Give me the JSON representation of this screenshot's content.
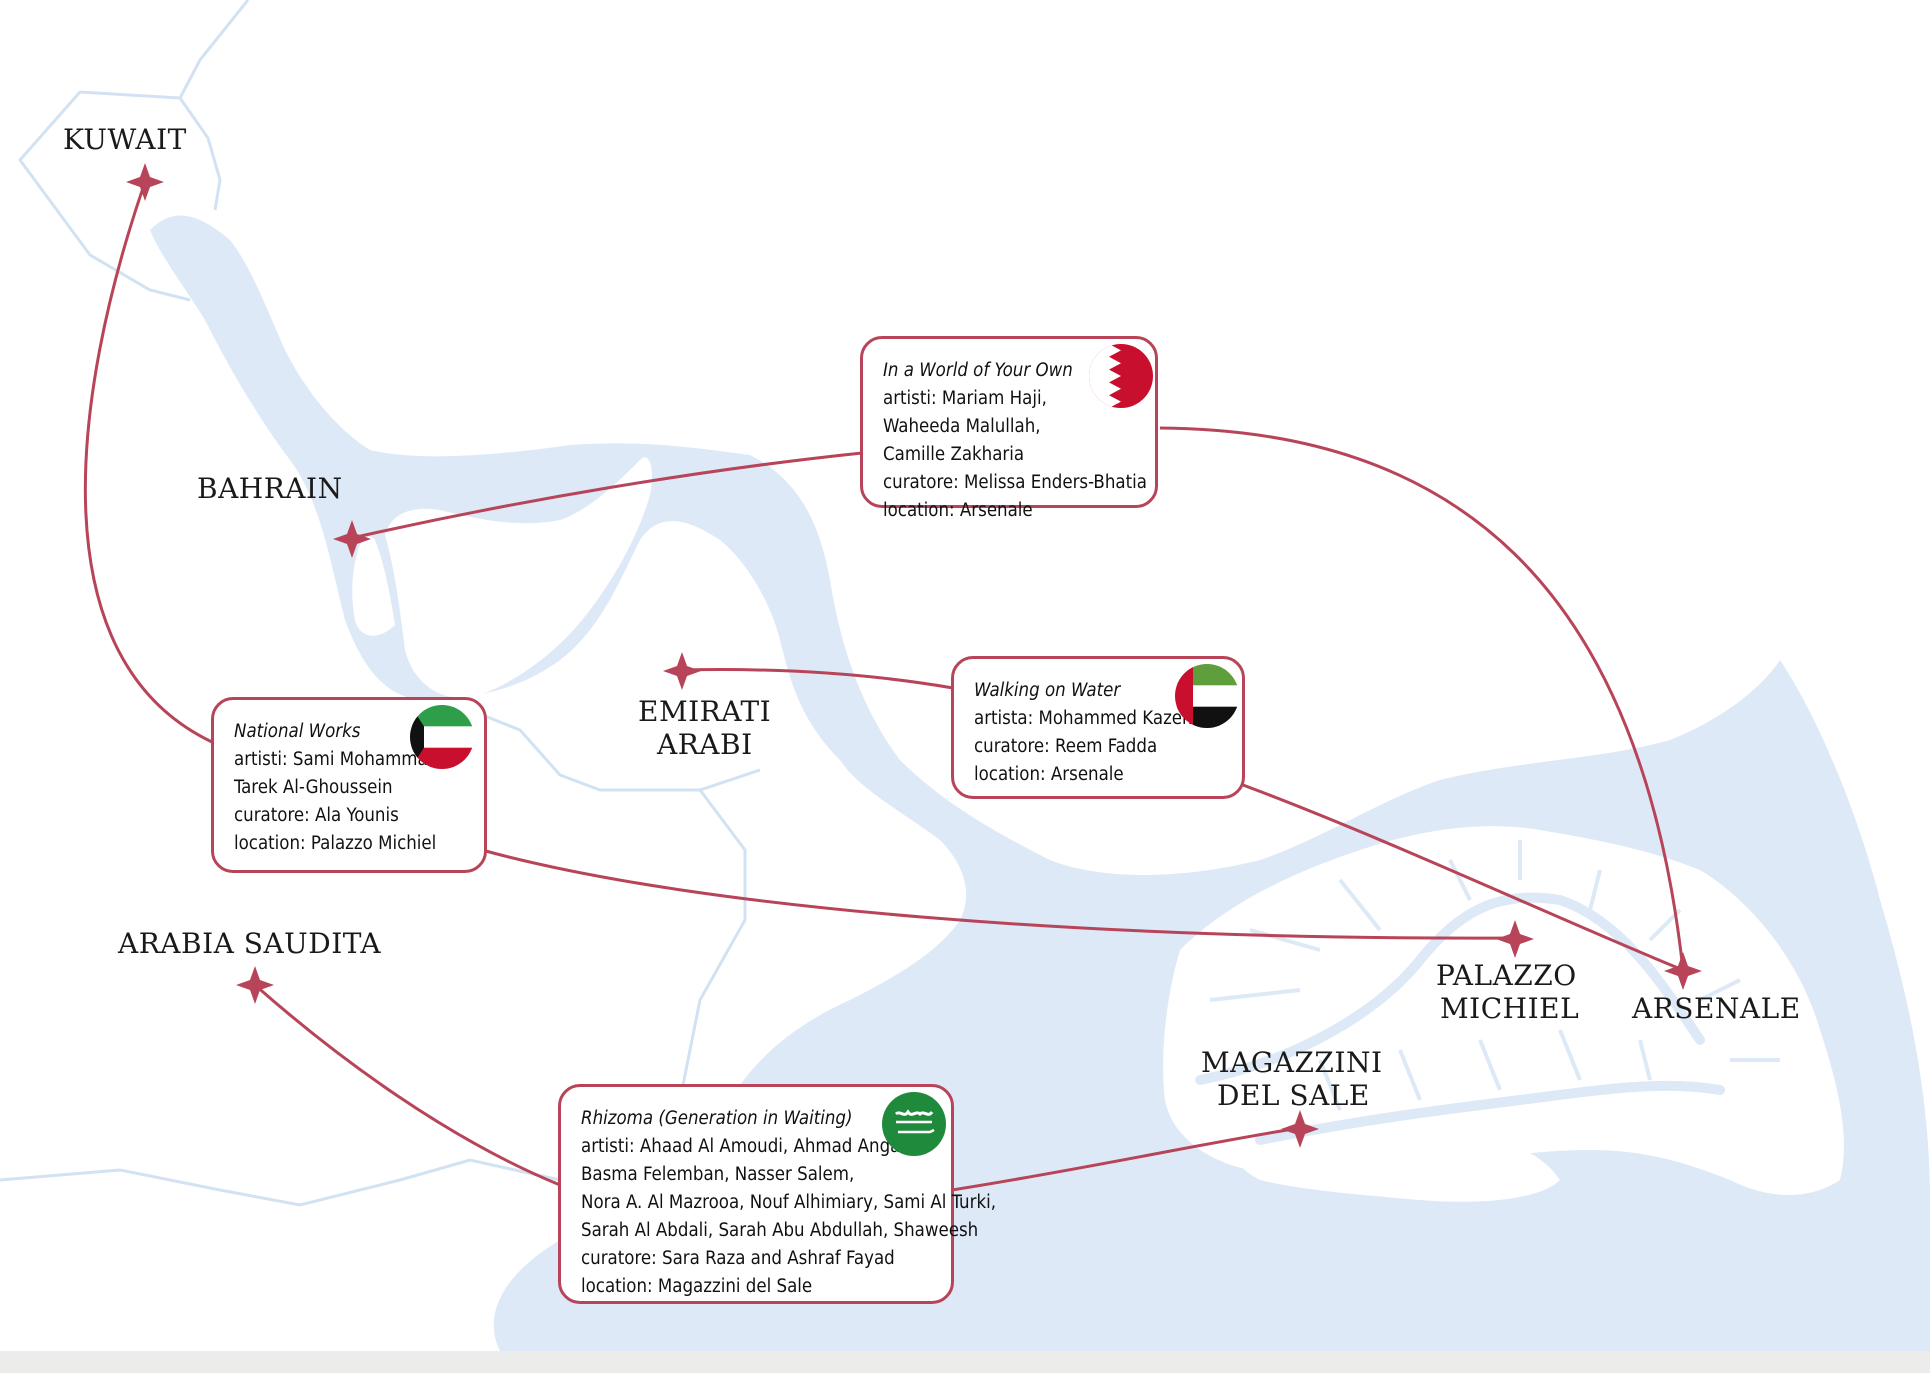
{
  "places": {
    "kuwait": "KUWAIT",
    "bahrain": "BAHRAIN",
    "emirati_1": "EMIRATI",
    "emirati_2": "ARABI",
    "arabia": "ARABIA SAUDITA",
    "palazzo_1": "PALAZZO",
    "palazzo_2": "MICHIEL",
    "arsenale": "ARSENALE",
    "magazzini_1": "MAGAZZINI",
    "magazzini_2": "DEL SALE"
  },
  "pavilions": {
    "bahrain": {
      "title": "In a World of Your Own",
      "artists": "artisti: Mariam Haji, Waheeda Malullah, Camille Zakharia",
      "curator": "curatore: Melissa Enders-Bhatia",
      "location": "location: Arsenale",
      "flag_icon": "bahrain-flag-icon"
    },
    "uae": {
      "title": "Walking on Water",
      "artists": "artista: Mohammed Kazem",
      "curator": "curatore: Reem Fadda",
      "location": "location: Arsenale",
      "flag_icon": "uae-flag-icon"
    },
    "kuwait": {
      "title": "National Works",
      "artists_1": "artisti: Sami Mohammad,",
      "artists_2": "Tarek Al-Ghoussein",
      "curator": "curatore: Ala Younis",
      "location": "location: Palazzo Michiel",
      "flag_icon": "kuwait-flag-icon"
    },
    "saudi": {
      "title": "Rhizoma (Generation in Waiting)",
      "artists_1": "artisti: Ahaad Al Amoudi, Ahmad Angawi,",
      "artists_2": "Basma Felemban, Nasser Salem,",
      "artists_3": "Nora A. Al Mazrooa, Nouf Alhimiary, Sami Al Turki,",
      "artists_4": "Sarah Al Abdali, Sarah Abu Abdullah, Shaweesh",
      "curator": "curatore: Sara Raza and Ashraf Fayad",
      "location": "location: Magazzini del Sale",
      "flag_icon": "saudi-flag-icon"
    }
  },
  "colors": {
    "route": "#b84459",
    "water": "#dde9f6",
    "border": "#d2e2f3",
    "marker": "#b84459"
  }
}
